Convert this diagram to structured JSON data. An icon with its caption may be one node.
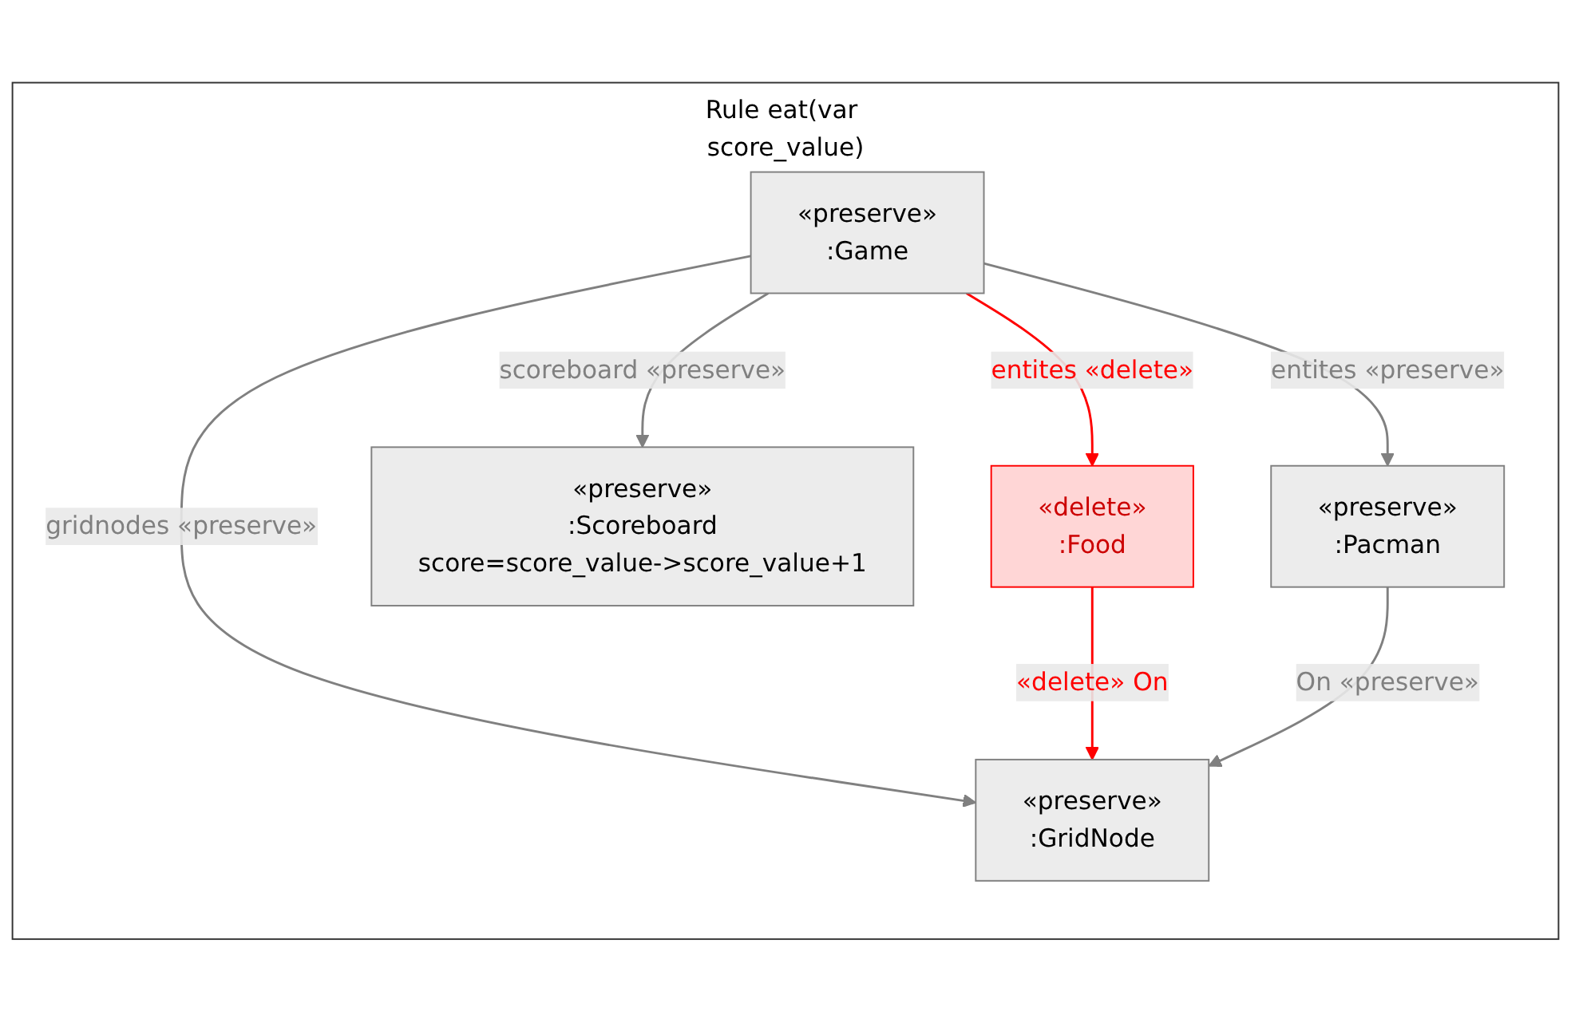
{
  "diagram": {
    "nodes": [
      {
        "text": [
          "Rule eat(var score_value)"
        ]
      },
      {
        "text": [
          "«preserve»",
          ":Game"
        ],
        "in": 0
      },
      {
        "text": [
          "«delete»",
          ":Food"
        ],
        "in": 0
      },
      {
        "text": [
          "«preserve»",
          ":Scoreboard",
          "score=score_value->score_value+1"
        ],
        "in": 0
      },
      {
        "text": [
          "«preserve»",
          ":GridNode"
        ],
        "in": 0
      },
      {
        "text": [
          "«preserve»",
          ":Pacman"
        ],
        "in": 0
      }
    ],
    "edges": [
      {
        "from": 1,
        "to": 2,
        "arrow": "to",
        "label": "entites «delete»",
        "color": "#ff0000"
      },
      {
        "from": 1,
        "to": 3,
        "arrow": "to",
        "label": "scoreboard «preserve»"
      },
      {
        "from": 1,
        "to": 4,
        "arrow": "to",
        "label": "gridnodes «preserve»"
      },
      {
        "from": 1,
        "to": 5,
        "arrow": "to",
        "label": "entites «preserve»"
      },
      {
        "from": 2,
        "to": 4,
        "arrow": "to",
        "label": "«delete» On",
        "color": "#ff0000"
      },
      {
        "from": 5,
        "to": 4,
        "arrow": "to",
        "label": "On «preserve»"
      }
    ]
  }
}
